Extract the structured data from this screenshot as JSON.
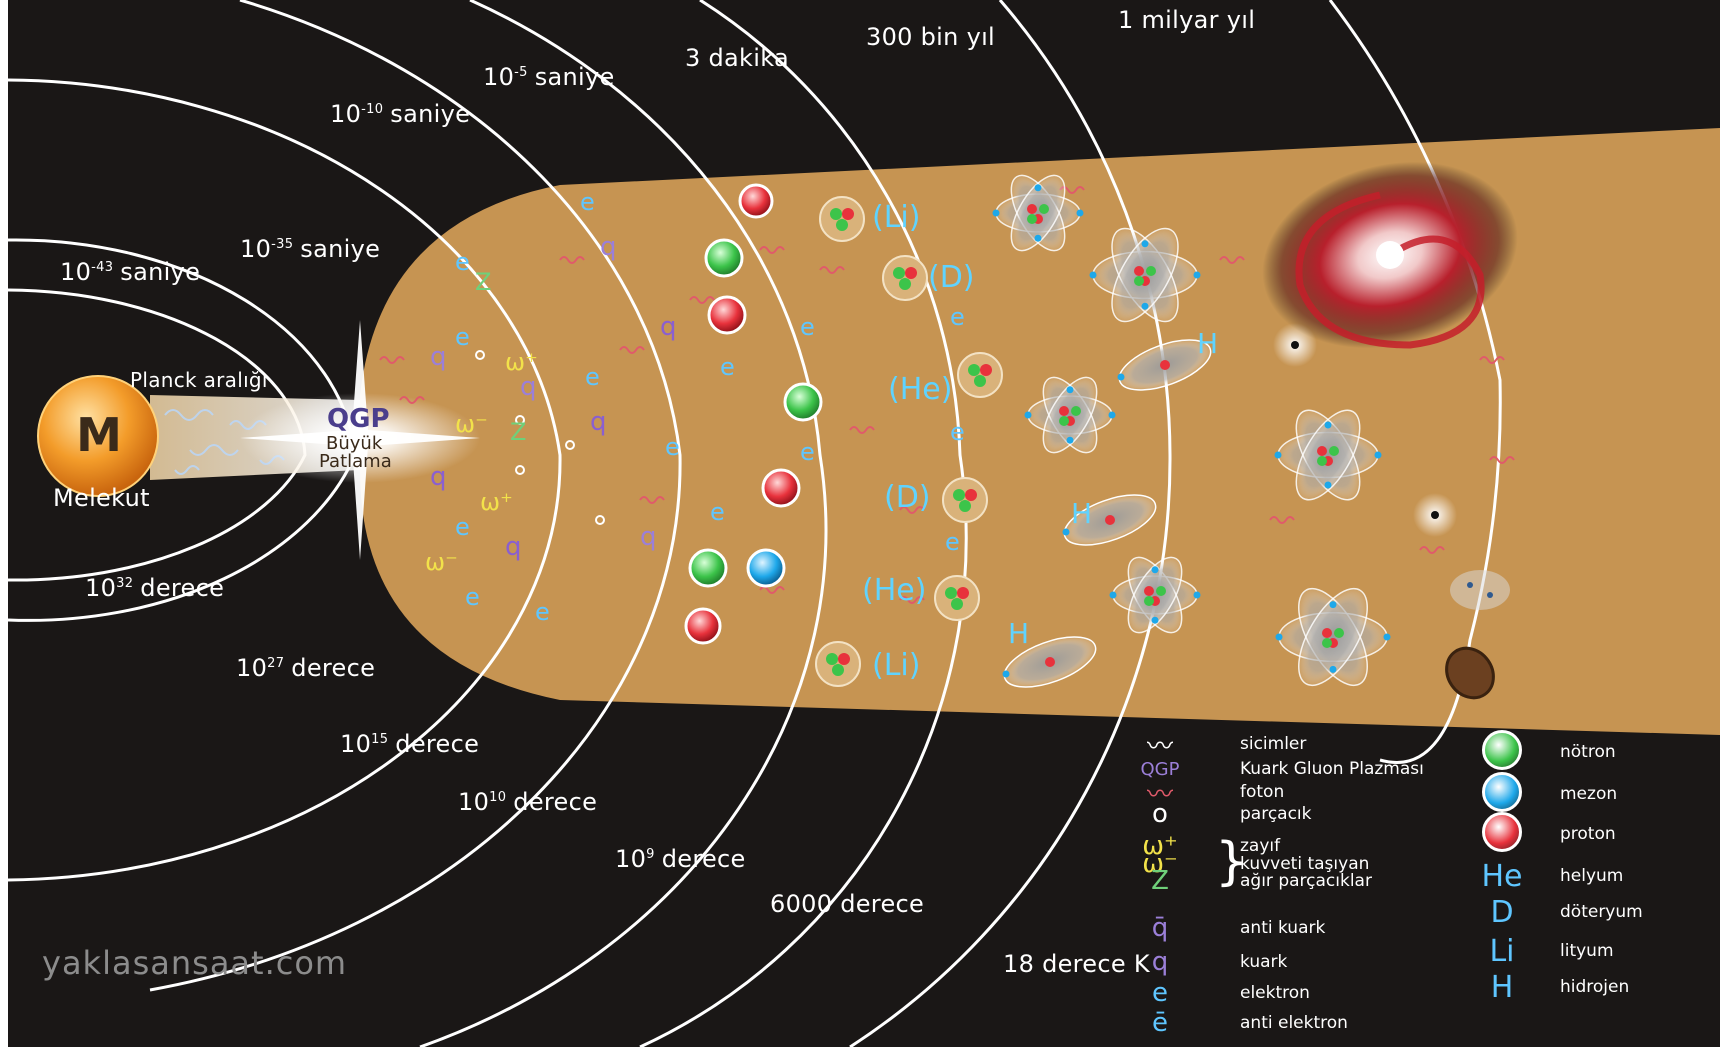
{
  "time_labels": [
    {
      "base": "10",
      "exp": "-43",
      "unit": "saniye"
    },
    {
      "base": "10",
      "exp": "-35",
      "unit": "saniye"
    },
    {
      "base": "10",
      "exp": "-10",
      "unit": "saniye"
    },
    {
      "base": "10",
      "exp": "-5",
      "unit": "saniye"
    },
    {
      "text": "3 dakika"
    },
    {
      "text": "300 bin yıl"
    },
    {
      "text": "1 milyar yıl"
    }
  ],
  "temperature_labels": [
    {
      "base": "10",
      "exp": "32",
      "unit": "derece"
    },
    {
      "base": "10",
      "exp": "27",
      "unit": "derece"
    },
    {
      "base": "10",
      "exp": "15",
      "unit": "derece"
    },
    {
      "base": "10",
      "exp": "10",
      "unit": "derece"
    },
    {
      "base": "10",
      "exp": "9",
      "unit": "derece"
    },
    {
      "text": "6000 derece"
    },
    {
      "text": "18 derece  K"
    }
  ],
  "origin": {
    "letter": "M",
    "name": "Melekut",
    "planck": "Planck aralığı"
  },
  "bang": {
    "qgp": "QGP",
    "line1": "Büyük",
    "line2": "Patlama"
  },
  "nuclei_labels": {
    "li": "(Li)",
    "d": "(D)",
    "he": "(He)",
    "h": "H"
  },
  "legend_left": [
    {
      "symbol": "〰",
      "symbol_color": "#ffffff",
      "text": "sicimler"
    },
    {
      "symbol": "QGP",
      "symbol_color": "#9b7fd8",
      "text": "Kuark Gluon Plazması"
    },
    {
      "symbol": "〰",
      "symbol_color": "#e05a6a",
      "text": "foton"
    },
    {
      "symbol": "o",
      "symbol_color": "#ffffff",
      "text": "parçacık"
    },
    {
      "symbol": "ω⁺",
      "symbol_color": "#f2e24a",
      "text": "zayıf"
    },
    {
      "symbol": "ω⁻",
      "symbol_color": "#f2e24a",
      "text": "kuvveti taşıyan"
    },
    {
      "symbol": "Z",
      "symbol_color": "#6fd07a",
      "text": "ağır parçacıklar"
    },
    {
      "symbol": "q̄",
      "symbol_color": "#9b7fd8",
      "text": "anti kuark"
    },
    {
      "symbol": "q",
      "symbol_color": "#9b7fd8",
      "text": "kuark"
    },
    {
      "symbol": "e",
      "symbol_color": "#5fc6ff",
      "text": "elektron"
    },
    {
      "symbol": "ē",
      "symbol_color": "#5fc6ff",
      "text": "anti elektron"
    }
  ],
  "legend_right": [
    {
      "symbol": "nötron-dot",
      "color": "#3cc44a",
      "text": "nötron"
    },
    {
      "symbol": "mezon-dot",
      "color": "#1ea8ea",
      "text": "mezon"
    },
    {
      "symbol": "proton-dot",
      "color": "#e8323c",
      "text": "proton"
    },
    {
      "symbol": "He",
      "color": "#5fc6ff",
      "text": "helyum"
    },
    {
      "symbol": "D",
      "color": "#5fc6ff",
      "text": "döteryum"
    },
    {
      "symbol": "Li",
      "color": "#5fc6ff",
      "text": "lityum"
    },
    {
      "symbol": "H",
      "color": "#5fc6ff",
      "text": "hidrojen"
    }
  ],
  "watermark": "yaklasansaat.com",
  "colors": {
    "background": "#1a1716",
    "funnel": "#c69452",
    "ring": "#ffffff",
    "origin_orb": "#f39c2a"
  }
}
